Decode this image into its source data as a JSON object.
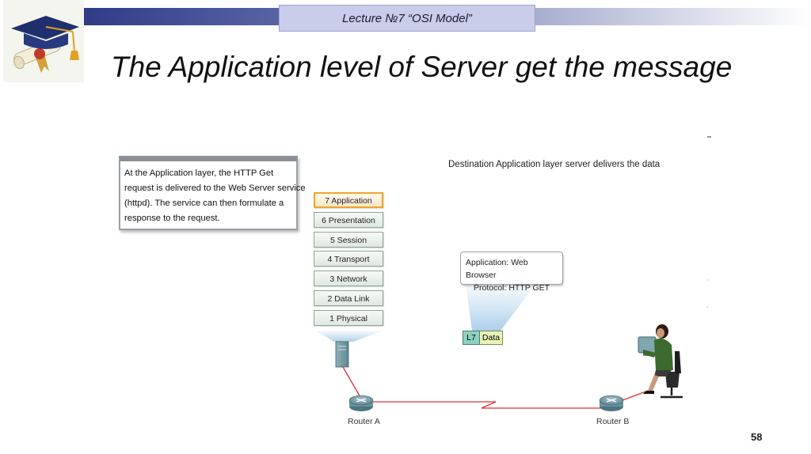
{
  "header": {
    "lecture_title": "Lecture  №7 “OSI Model”"
  },
  "slide": {
    "title": "The Application level of Server get the message",
    "page_number": "58"
  },
  "callout": {
    "lines": [
      "At the Application layer, the HTTP Get",
      "request is delivered to the Web Server service",
      "(httpd). The service can then formulate a",
      "response to the request."
    ]
  },
  "diagram": {
    "caption": "Destination Application layer server delivers the data",
    "osi_layers": [
      "7 Application",
      "6 Presentation",
      "5 Session",
      "4 Transport",
      "3 Network",
      "2 Data Link",
      "1 Physical"
    ],
    "active_layer_index": 0,
    "bubble": {
      "line1": "Application: Web Browser",
      "line2": "Protocol: HTTP GET"
    },
    "pdu": {
      "header": "L7",
      "payload": "Data"
    },
    "routers": [
      {
        "label": "Router A"
      },
      {
        "label": "Router B"
      }
    ],
    "colors": {
      "link": "#e03030",
      "active_layer": "#f0a52a",
      "beam": "#bcd8ee",
      "pdu_header": "#8fd1c0",
      "pdu_data": "#e9f5b8"
    },
    "icons": [
      "graduation-cap-icon",
      "diploma-icon",
      "server-icon",
      "router-icon",
      "user-at-computer-icon"
    ]
  }
}
